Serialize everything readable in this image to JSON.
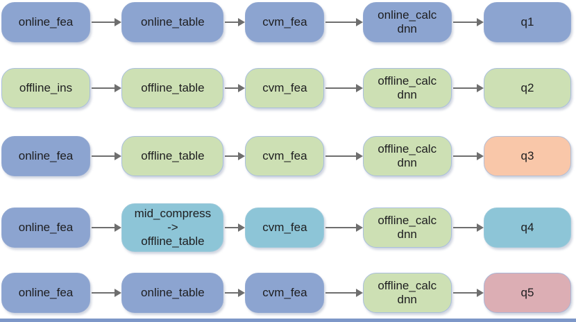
{
  "diagram": {
    "rows": [
      {
        "nodes": [
          {
            "label": "online_fea",
            "color": "blue"
          },
          {
            "label": "online_table",
            "color": "blue"
          },
          {
            "label": "cvm_fea",
            "color": "blue"
          },
          {
            "label": "online_calc\ndnn",
            "color": "blue"
          },
          {
            "label": "q1",
            "color": "blue"
          }
        ]
      },
      {
        "nodes": [
          {
            "label": "offline_ins",
            "color": "green"
          },
          {
            "label": "offline_table",
            "color": "green"
          },
          {
            "label": "cvm_fea",
            "color": "green"
          },
          {
            "label": "offline_calc\ndnn",
            "color": "green"
          },
          {
            "label": "q2",
            "color": "green"
          }
        ]
      },
      {
        "nodes": [
          {
            "label": "online_fea",
            "color": "blue"
          },
          {
            "label": "offline_table",
            "color": "green"
          },
          {
            "label": "cvm_fea",
            "color": "green"
          },
          {
            "label": "offline_calc\ndnn",
            "color": "green"
          },
          {
            "label": "q3",
            "color": "peach"
          }
        ]
      },
      {
        "nodes": [
          {
            "label": "online_fea",
            "color": "blue"
          },
          {
            "label": "mid_compress\n->\noffline_table",
            "color": "teal"
          },
          {
            "label": "cvm_fea",
            "color": "teal"
          },
          {
            "label": "offline_calc\ndnn",
            "color": "green"
          },
          {
            "label": "q4",
            "color": "teal"
          }
        ]
      },
      {
        "nodes": [
          {
            "label": "online_fea",
            "color": "blue"
          },
          {
            "label": "online_table",
            "color": "blue"
          },
          {
            "label": "cvm_fea",
            "color": "blue"
          },
          {
            "label": "offline_calc\ndnn",
            "color": "green"
          },
          {
            "label": "q5",
            "color": "pink"
          }
        ]
      }
    ]
  },
  "palette": {
    "blue": {
      "fill": "#8ca4d0",
      "border": "#93a9d2"
    },
    "green": {
      "fill": "#cde0b4",
      "border": "#a9bedd"
    },
    "teal": {
      "fill": "#8dc5d7",
      "border": "#9cc9da"
    },
    "peach": {
      "fill": "#f9c7a9",
      "border": "#b4bdd4"
    },
    "pink": {
      "fill": "#dcaeb4",
      "border": "#aab6d6"
    }
  },
  "arrow_color": "#6e6e6e",
  "background_color": "#ffffff",
  "bottom_bar_color": "#7d97c8"
}
